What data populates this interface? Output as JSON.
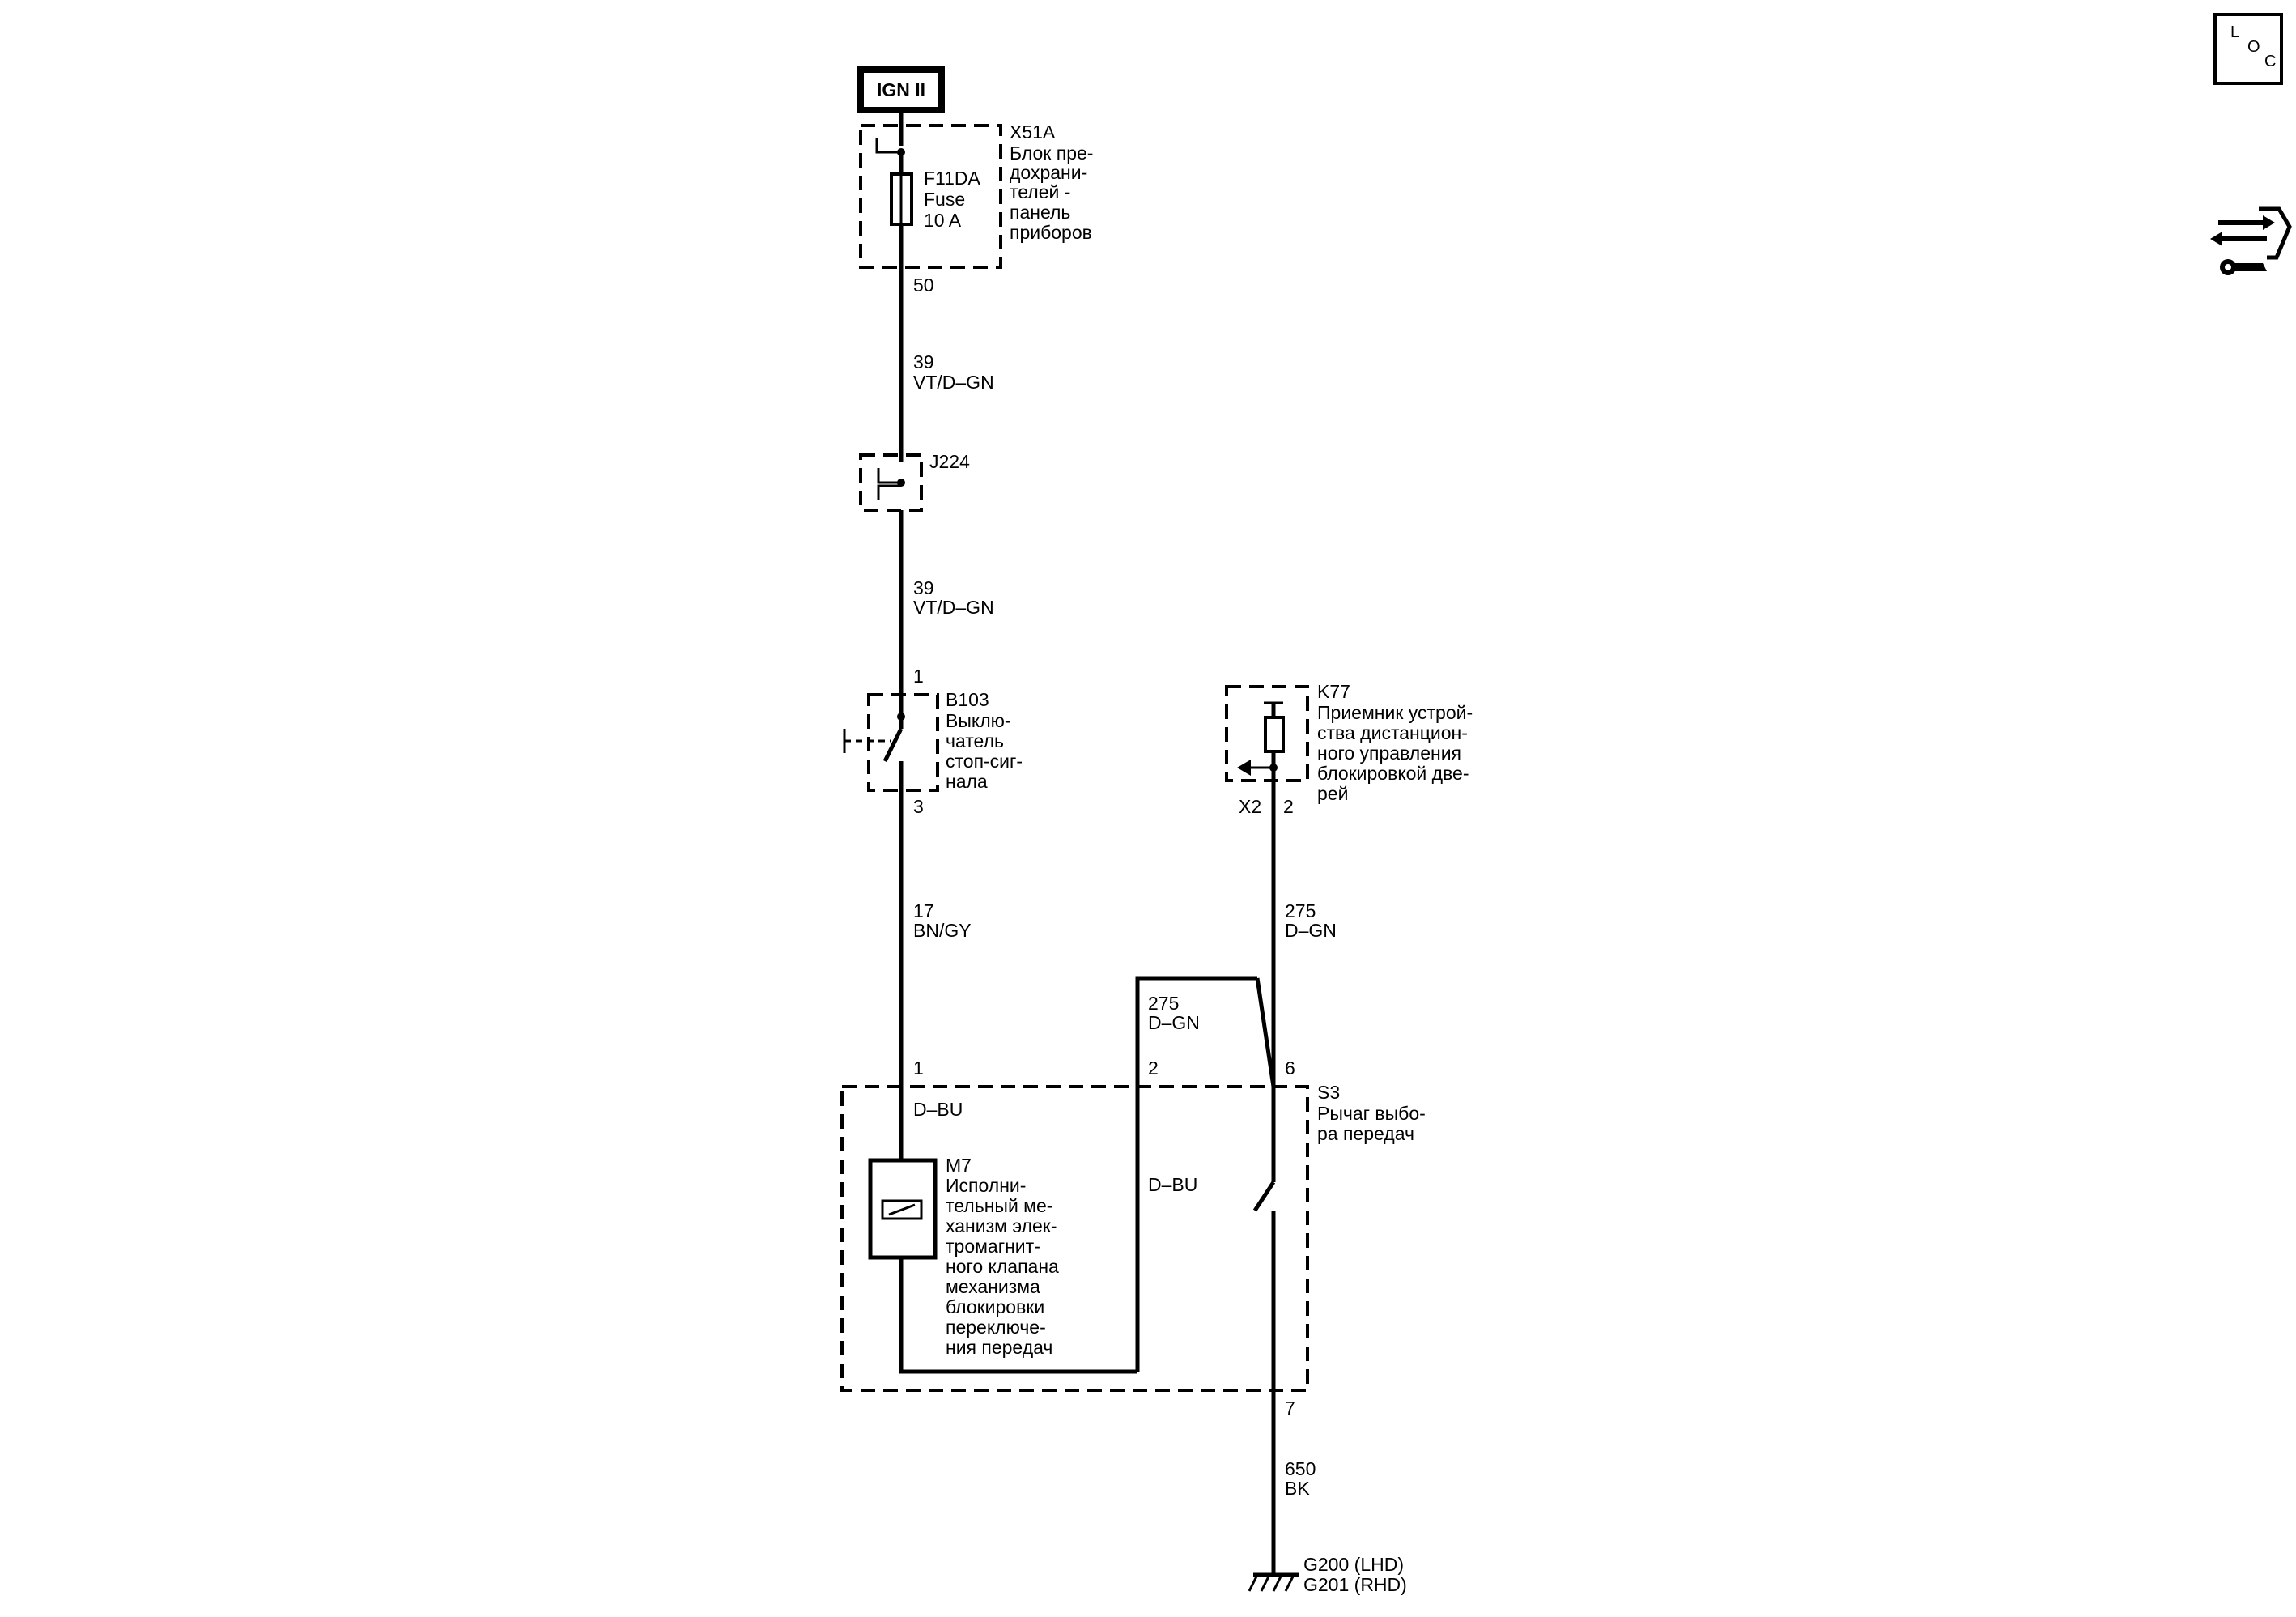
{
  "power_source": {
    "label": "IGN II"
  },
  "fuse_block": {
    "id": "X51A",
    "name_lines": [
      "Блок пре-",
      "дохрани-",
      "телей -",
      "панель",
      "приборов"
    ],
    "fuse_id": "F11DA",
    "fuse_type": "Fuse",
    "fuse_rating": "10 A",
    "pin_out": "50"
  },
  "wire_39_upper": {
    "circuit": "39",
    "color": "VT/D–GN"
  },
  "splice": {
    "id": "J224"
  },
  "wire_39_lower": {
    "circuit": "39",
    "color": "VT/D–GN"
  },
  "brake_switch": {
    "id": "B103",
    "name_lines": [
      "Выклю-",
      "чатель",
      "стоп-сиг-",
      "нала"
    ],
    "pin_in": "1",
    "pin_out": "3"
  },
  "wire_17": {
    "circuit": "17",
    "color": "BN/GY"
  },
  "receiver": {
    "id": "K77",
    "name_lines": [
      "Приемник устрой-",
      "ства дистанцион-",
      "ного управления",
      "блокировкой две-",
      "рей"
    ],
    "connector": "X2",
    "pin": "2"
  },
  "wire_275_upper": {
    "circuit": "275",
    "color": "D–GN"
  },
  "wire_275_loop": {
    "circuit": "275",
    "color": "D–GN"
  },
  "shifter": {
    "id": "S3",
    "name_lines": [
      "Рычаг выбо-",
      "ра передач"
    ],
    "pin_1": "1",
    "pin_2": "2",
    "pin_6": "6",
    "pin_7": "7",
    "internal_wire_left": "D–BU",
    "internal_wire_mid": "D–BU"
  },
  "solenoid": {
    "id": "M7",
    "name_lines": [
      "Исполни-",
      "тельный ме-",
      "ханизм элек-",
      "тромагнит-",
      "ного клапана",
      "механизма",
      "блокировки",
      "переключе-",
      "ния передач"
    ]
  },
  "wire_650": {
    "circuit": "650",
    "color": "BK"
  },
  "ground": {
    "line1": "G200 (LHD)",
    "line2": "G201 (RHD)"
  },
  "loc_icon": {
    "l": "L",
    "o": "O",
    "c": "C"
  },
  "icons": {
    "loc": "loc-icon",
    "service": "service-wrench-arrows-icon"
  }
}
